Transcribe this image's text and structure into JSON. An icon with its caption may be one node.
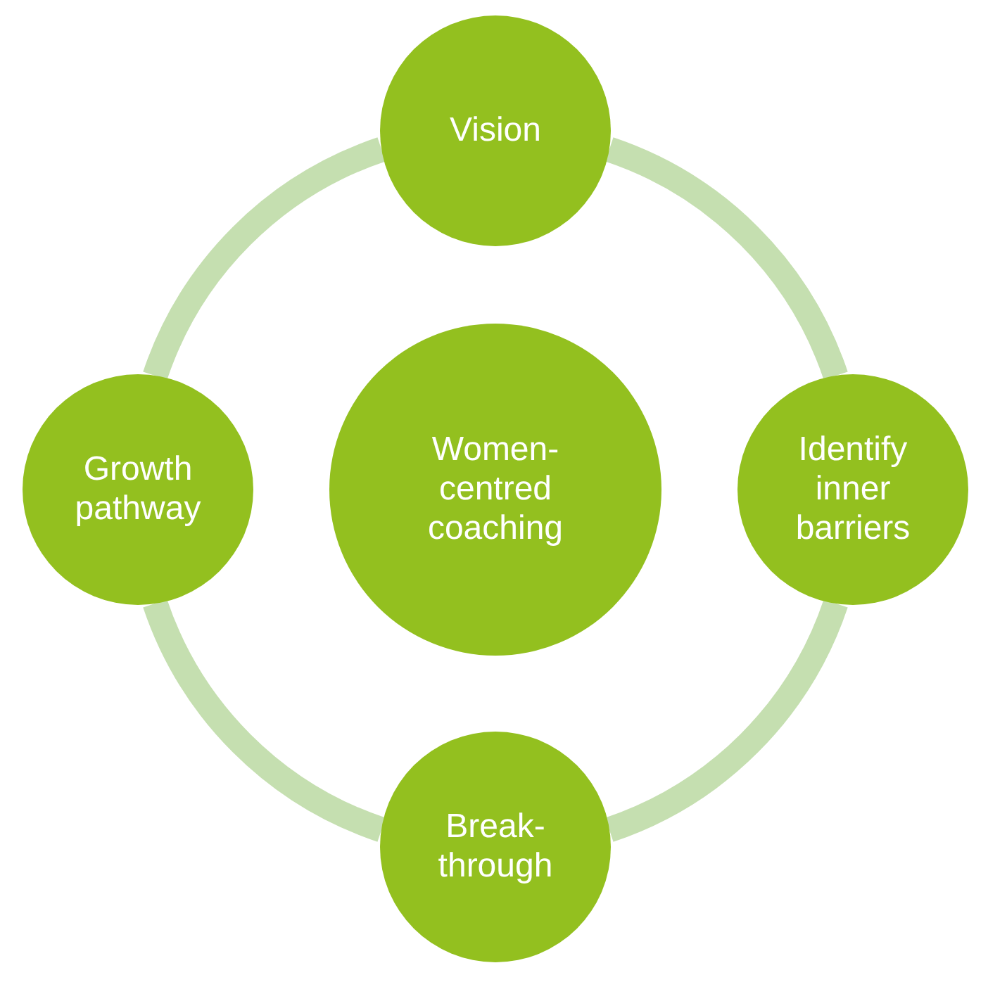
{
  "diagram": {
    "nodes": [
      {
        "text": [
          "Women- centred coaching"
        ]
      },
      {
        "text": [
          "Vision"
        ]
      },
      {
        "text": [
          "Identify inner barriers"
        ]
      },
      {
        "text": [
          "Break- through"
        ]
      },
      {
        "text": [
          "Growth pathway"
        ]
      }
    ],
    "edges": [
      {
        "from": 1,
        "to": 2,
        "arrow": "none"
      },
      {
        "from": 2,
        "to": 3,
        "arrow": "none"
      },
      {
        "from": 3,
        "to": 4,
        "arrow": "none"
      },
      {
        "from": 4,
        "to": 1,
        "arrow": "none"
      }
    ]
  }
}
